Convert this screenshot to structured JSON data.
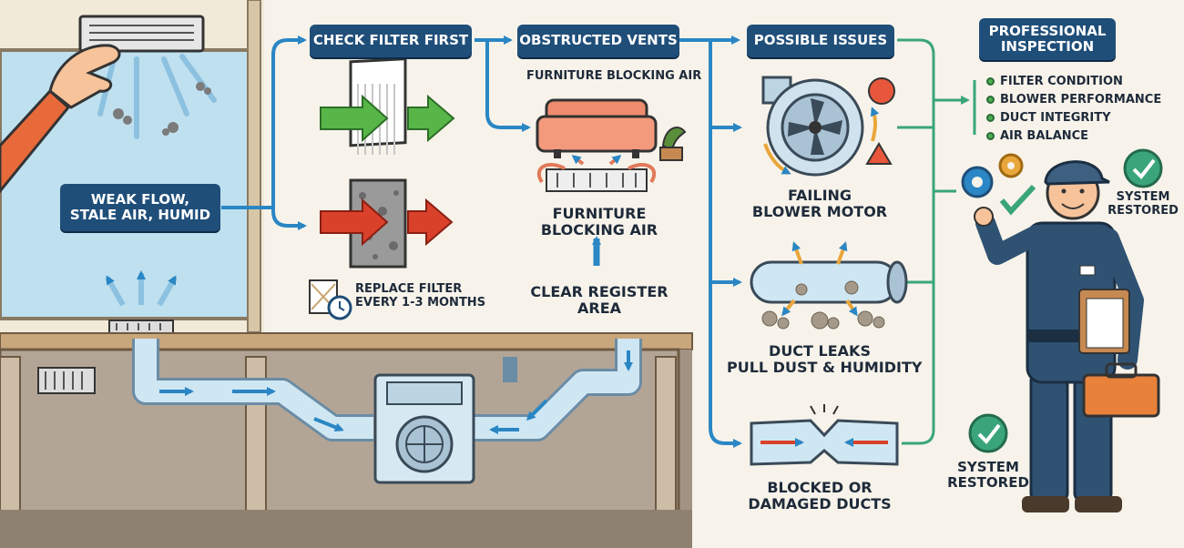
{
  "left": {
    "symptom_box": "WEAK FLOW,\nSTALE AIR, HUMID"
  },
  "steps": {
    "check_filter": "CHECK FILTER FIRST",
    "obstructed_vents": "OBSTRUCTED VENTS",
    "possible_issues": "POSSIBLE ISSUES",
    "professional_inspection": "PROFESSIONAL\nINSPECTION"
  },
  "filter": {
    "replace_note": "REPLACE FILTER\nEVERY 1-3 MONTHS"
  },
  "vents": {
    "top_caption": "FURNITURE BLOCKING AIR",
    "bottom_caption": "FURNITURE\nBLOCKING AIR",
    "action": "CLEAR REGISTER\nAREA"
  },
  "issues": {
    "blower": "FAILING\nBLOWER MOTOR",
    "leaks": "DUCT LEAKS\nPULL DUST & HUMIDITY",
    "blocked": "BLOCKED OR\nDAMAGED DUCTS"
  },
  "inspection": {
    "items": [
      "FILTER CONDITION",
      "BLOWER PERFORMANCE",
      "DUCT INTEGRITY",
      "AIR BALANCE"
    ],
    "restored_top": "SYSTEM\nRESTORED",
    "restored_bottom": "SYSTEM\nRESTORED"
  },
  "colors": {
    "pill": "#1f4e79",
    "flow_arrow": "#2a86c4",
    "connector_green": "#3aa57a",
    "wall": "#bfe0ef",
    "basement": "#8f8170"
  }
}
